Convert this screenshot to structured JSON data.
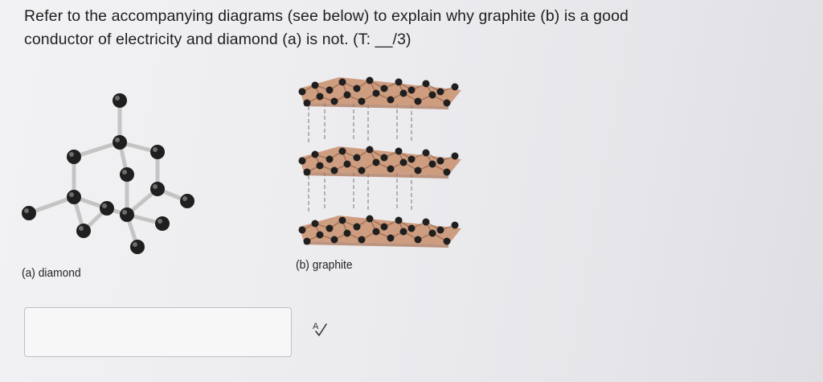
{
  "question": {
    "line1": "Refer to the accompanying diagrams (see below) to explain why graphite (b) is a good",
    "line2": "conductor of electricity and diamond (a) is not. (T: __/3)"
  },
  "figures": {
    "diamond_caption": "(a) diamond",
    "graphite_caption": "(b) graphite"
  },
  "answer": {
    "value": "",
    "placeholder": ""
  },
  "icons": {
    "spellcheck": "spellcheck-icon"
  },
  "colors": {
    "atom": "#1f1f1f",
    "bond": "#c9c9c9",
    "layer": "#c78f6e",
    "box_border": "#bdbdc3"
  }
}
